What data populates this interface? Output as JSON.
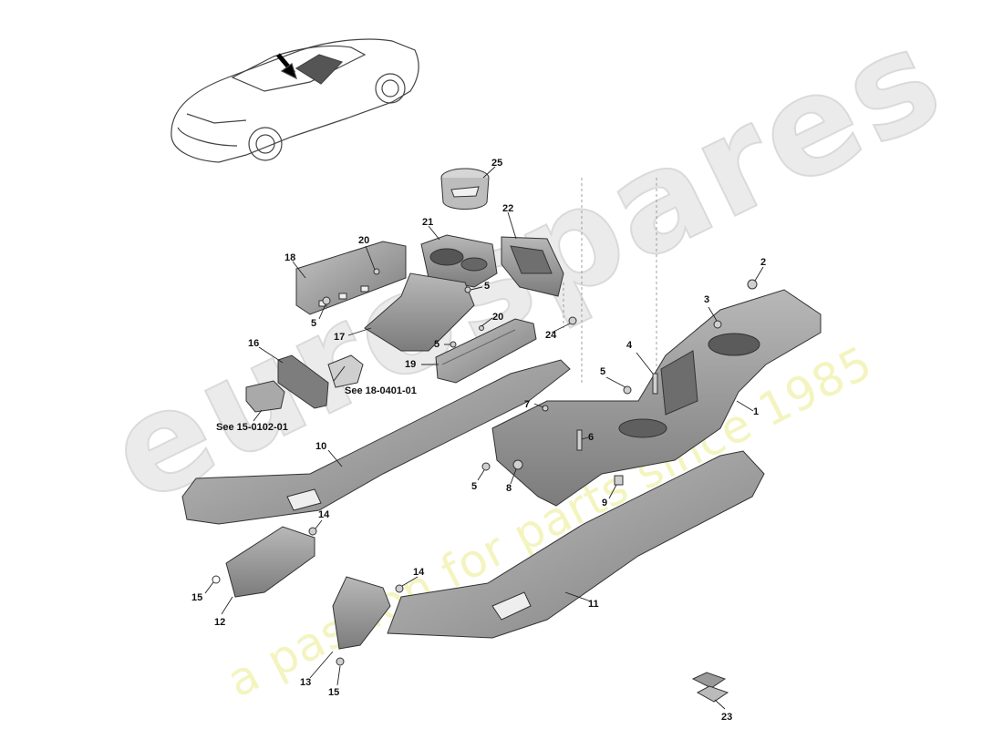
{
  "watermark": {
    "brand": "eurospares",
    "tagline": "a passion for parts since 1985"
  },
  "callouts": [
    {
      "id": "c1",
      "text": "1"
    },
    {
      "id": "c2",
      "text": "2"
    },
    {
      "id": "c3",
      "text": "3"
    },
    {
      "id": "c4",
      "text": "4"
    },
    {
      "id": "c5a",
      "text": "5"
    },
    {
      "id": "c5b",
      "text": "5"
    },
    {
      "id": "c5c",
      "text": "5"
    },
    {
      "id": "c5d",
      "text": "5"
    },
    {
      "id": "c5e",
      "text": "5"
    },
    {
      "id": "c6",
      "text": "6"
    },
    {
      "id": "c7",
      "text": "7"
    },
    {
      "id": "c8",
      "text": "8"
    },
    {
      "id": "c9",
      "text": "9"
    },
    {
      "id": "c10",
      "text": "10"
    },
    {
      "id": "c11",
      "text": "11"
    },
    {
      "id": "c12",
      "text": "12"
    },
    {
      "id": "c13",
      "text": "13"
    },
    {
      "id": "c14a",
      "text": "14"
    },
    {
      "id": "c14b",
      "text": "14"
    },
    {
      "id": "c15a",
      "text": "15"
    },
    {
      "id": "c15b",
      "text": "15"
    },
    {
      "id": "c16",
      "text": "16"
    },
    {
      "id": "c17",
      "text": "17"
    },
    {
      "id": "c18",
      "text": "18"
    },
    {
      "id": "c19",
      "text": "19"
    },
    {
      "id": "c20a",
      "text": "20"
    },
    {
      "id": "c20b",
      "text": "20"
    },
    {
      "id": "c21",
      "text": "21"
    },
    {
      "id": "c22",
      "text": "22"
    },
    {
      "id": "c23",
      "text": "23"
    },
    {
      "id": "c24",
      "text": "24"
    },
    {
      "id": "c25",
      "text": "25"
    },
    {
      "id": "ref1",
      "text": "See 18-0401-01"
    },
    {
      "id": "ref2",
      "text": "See 15-0102-01"
    }
  ],
  "colors": {
    "part_fill": "#8f8f8f",
    "part_fill_dark": "#6f6f6f",
    "part_fill_light": "#b3b3b3",
    "outline": "#333333",
    "car_outline": "#444444"
  }
}
